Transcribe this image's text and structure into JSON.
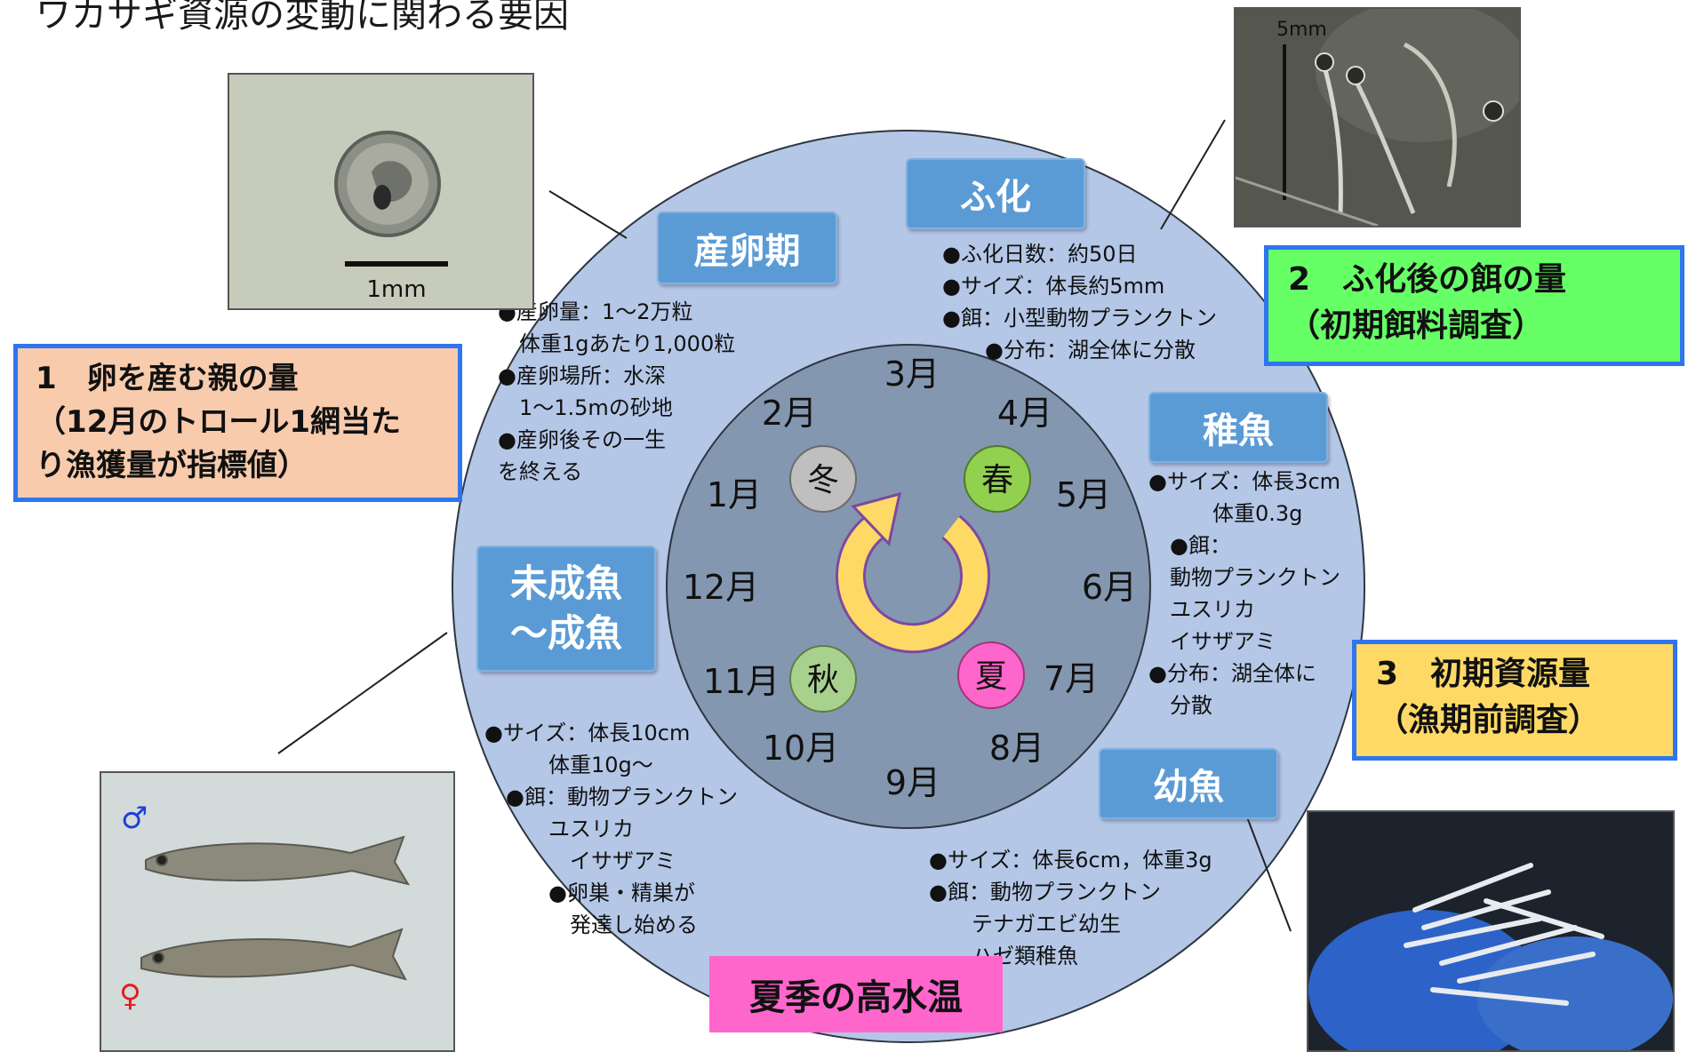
{
  "title": "ワカサギ資源の変動に関わる要因",
  "stages": {
    "spawning": "産卵期",
    "hatching": "ふ化",
    "larva": "稚魚",
    "juvenile": "幼魚",
    "adult": "未成魚\n～成魚"
  },
  "stage_info": {
    "spawning": "●産卵量：1～2万粒\n　体重1gあたり1,000粒\n●産卵場所：水深\n　1～1.5mの砂地\n●産卵後その一生\nを終える",
    "hatching": "●ふ化日数：約50日\n●サイズ：体長約5mm\n●餌：小型動物プランクトン\n　　●分布：湖全体に分散",
    "larva": "●サイズ：体長3cm\n　　　体重0.3g\n　●餌：\n　動物プランクトン\n　ユスリカ\n　イサザアミ\n●分布：湖全体に\n　分散",
    "juvenile": "●サイズ：体長6cm，体重3g\n●餌：動物プランクトン\n　　テナガエビ幼生\n　　ハゼ類稚魚",
    "adult": "●サイズ：体長10cm\n　　　体重10g～\n　●餌：動物プランクトン\n　　　ユスリカ\n　　　　イサザアミ\n　　　●卵巣・精巣が\n　　　　発達し始める"
  },
  "months": [
    "1月",
    "2月",
    "3月",
    "4月",
    "5月",
    "6月",
    "7月",
    "8月",
    "9月",
    "10月",
    "11月",
    "12月"
  ],
  "seasons": {
    "winter": "冬",
    "spring": "春",
    "summer": "夏",
    "autumn": "秋"
  },
  "factors": {
    "factor1": "1　卵を産む親の量\n（12月のトロール1網当た\nり漁獲量が指標値）",
    "factor2": "2　ふ化後の餌の量\n（初期餌料調査）",
    "factor3": "3　初期資源量\n（漁期前調査）"
  },
  "summer_label": "夏季の高水温",
  "photos": {
    "egg_scale": "1mm",
    "hatch_scale": "5mm",
    "male": "♂",
    "female": "♀"
  },
  "colors": {
    "outer_ring": "#b4c7e7",
    "inner_disk": "#8497b0",
    "stage_box": "#5b9bd5",
    "cycle_arrow": "#ffd966",
    "winter": "#bfbfbf",
    "spring": "#92d050",
    "summer": "#ff66cc",
    "autumn": "#a9d18e"
  }
}
